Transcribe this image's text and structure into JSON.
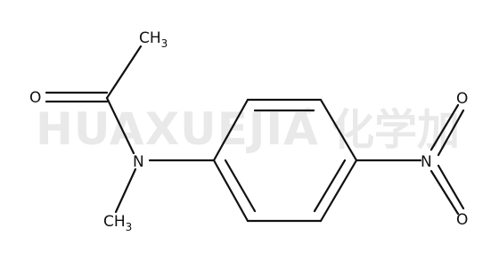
{
  "watermark": {
    "latin": "HUAXUEJIA",
    "registered": "®",
    "cjk": "化学加"
  },
  "molecule": {
    "atoms": {
      "methyl_top": {
        "element": "CH",
        "subscript": "3"
      },
      "oxygen_carbonyl": {
        "element": "O"
      },
      "nitrogen_amide": {
        "element": "N"
      },
      "methyl_bottom": {
        "element": "CH",
        "subscript": "3"
      },
      "nitrogen_nitro": {
        "element": "N"
      },
      "oxygen_nitro_top": {
        "element": "O"
      },
      "oxygen_nitro_bottom": {
        "element": "O"
      }
    }
  }
}
